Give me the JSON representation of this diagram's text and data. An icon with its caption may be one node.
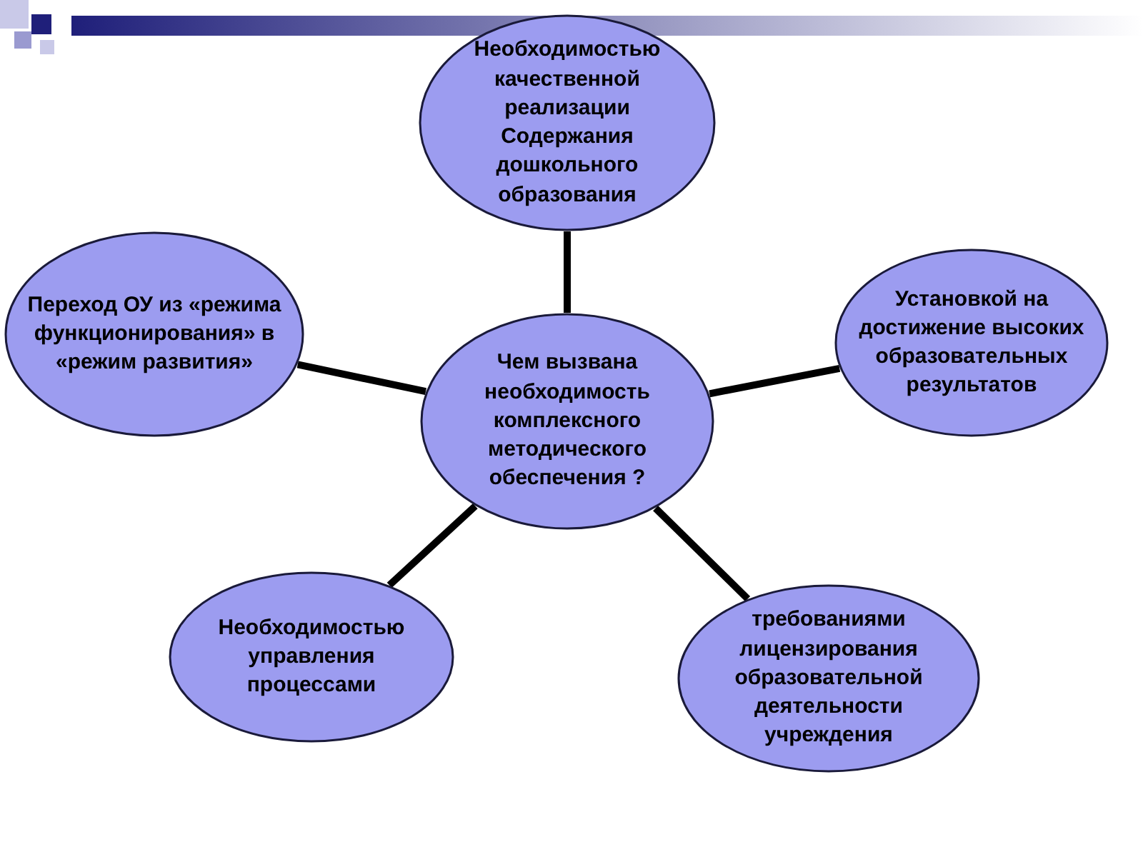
{
  "diagram": {
    "nodes": [
      {
        "text": [
          "Чем вызвана необходимость комплексного методического обеспечения ?"
        ]
      },
      {
        "text": [
          "Необходимостью качественной реализации Содержания дошкольного образования"
        ]
      },
      {
        "text": [
          "Переход ОУ из «режима функционирования» в «режим развития»"
        ]
      },
      {
        "text": [
          "Установкой на достижение высоких образовательных результатов"
        ]
      },
      {
        "text": [
          "Необходимостью управления процессами"
        ]
      },
      {
        "text": [
          "требованиями лицензирования образовательной деятельности учреждения"
        ]
      }
    ],
    "edges": [
      {
        "from": 0,
        "to": 1,
        "arrow": "none"
      },
      {
        "from": 0,
        "to": 2,
        "arrow": "none"
      },
      {
        "from": 0,
        "to": 3,
        "arrow": "none"
      },
      {
        "from": 0,
        "to": 4,
        "arrow": "none"
      },
      {
        "from": 0,
        "to": 5,
        "arrow": "none"
      }
    ]
  }
}
